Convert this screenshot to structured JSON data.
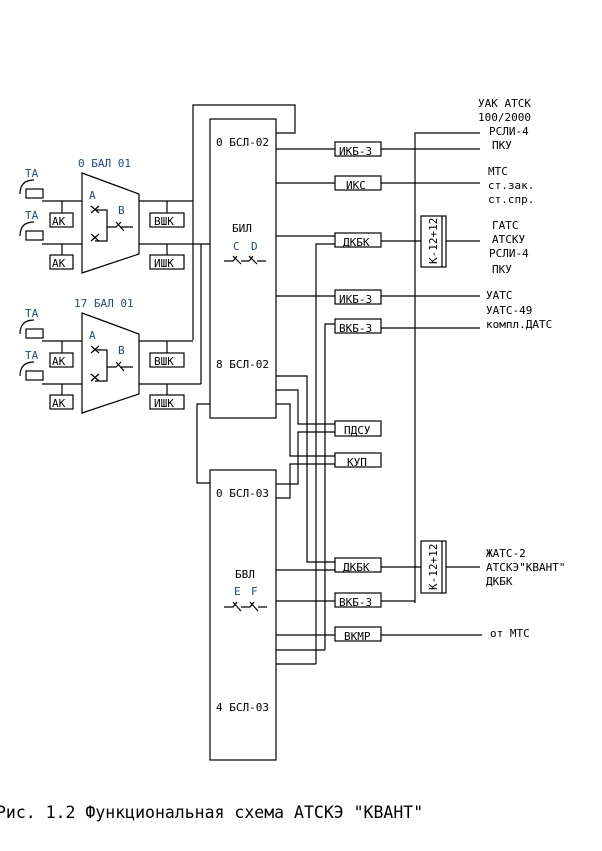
{
  "bal_groups": [
    {
      "title": "0 БАЛ 01"
    },
    {
      "title": "17 БАЛ 01"
    }
  ],
  "labels": {
    "ta": "ТА",
    "ak": "АК",
    "vshk": "ВШК",
    "ishk": "ИШК",
    "a": "A",
    "b": "B",
    "c": "C",
    "d": "D",
    "e": "E",
    "f": "F"
  },
  "bsl02": {
    "top": "0 БСЛ-02",
    "name": "БИЛ",
    "bottom": "8 БСЛ-02"
  },
  "bsl03": {
    "top": "0 БСЛ-03",
    "name": "БВЛ",
    "bottom": "4 БСЛ-03"
  },
  "boxes": {
    "ikb3_1": "ИКБ-3",
    "iks": "ИКС",
    "dkbk_1": "ДКБК",
    "ikb3_2": "ИКБ-3",
    "vkb3_1": "ВКБ-3",
    "pdsu": "ПДСУ",
    "kup": "КУП",
    "dkbk_2": "ДКБК",
    "vkb3_2": "ВКБ-3",
    "vkmr": "ВКМР",
    "k1": "К-12+12",
    "k2": "К-12+12"
  },
  "destinations": {
    "uak": [
      "УАК АТСК",
      "100/2000",
      "РСЛИ-4",
      "ПКУ"
    ],
    "mts": [
      "МТС",
      "ст.зак.",
      "ст.спр."
    ],
    "gats": [
      "ГАТС",
      "АТСКУ",
      "РСЛИ-4",
      "ПКУ"
    ],
    "uats": [
      "УАТС",
      "УАТС-49",
      "компл.ДАТС"
    ],
    "zhats": [
      "ЖАТС-2",
      "АТСКЭ\"КВАНТ\"",
      "ДКБК"
    ],
    "ot_mts": "от МТС"
  },
  "caption": "Рис. 1.2 Функциональная схема АТСКЭ \"КВАНТ\""
}
